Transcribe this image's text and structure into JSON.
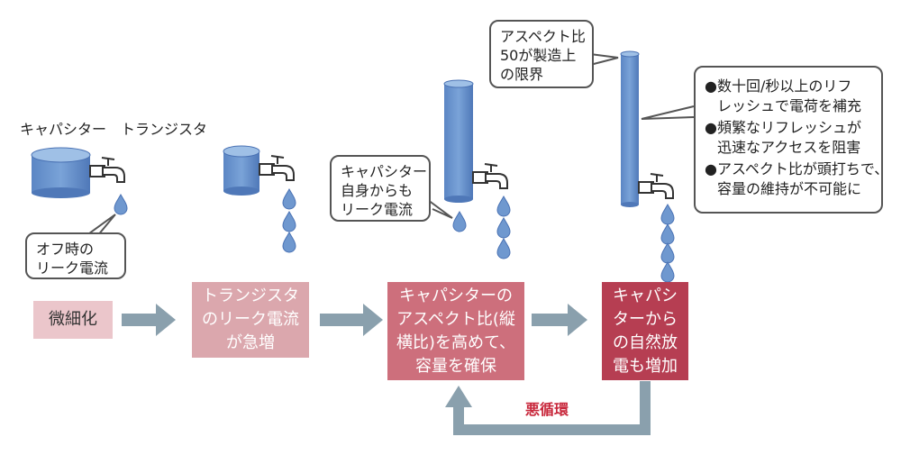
{
  "labels": {
    "capacitor": "キャパシター",
    "transistor": "トランジスタ"
  },
  "bubbles": {
    "off_leak": [
      "オフ時の",
      "リーク電流"
    ],
    "cap_leak": [
      "キャパシター",
      "自身からも",
      "リーク電流"
    ],
    "aspect_limit": [
      "アスペクト比",
      "50が製造上",
      "の限界"
    ]
  },
  "notes": [
    {
      "bullet": "●",
      "lines": [
        "数十回/秒以上のリフ",
        "レッシュで電荷を補充"
      ]
    },
    {
      "bullet": "●",
      "lines": [
        "頻繁なリフレッシュが",
        "迅速なアクセスを阻害"
      ]
    },
    {
      "bullet": "●",
      "lines": [
        "アスペクト比が頭打ちで、",
        "容量の維持が不可能に"
      ]
    }
  ],
  "stages": [
    {
      "lines": [
        "微細化"
      ]
    },
    {
      "lines": [
        "トランジスタ",
        "のリーク電流",
        "が急増"
      ]
    },
    {
      "lines": [
        "キャパシターの",
        "アスペクト比(縦",
        "横比)を高めて、",
        "容量を確保"
      ]
    },
    {
      "lines": [
        "キャパシ",
        "ターから",
        "の自然放",
        "電も増加"
      ]
    }
  ],
  "vicious_cycle": "悪循環",
  "colors": {
    "water": "#6f98cf",
    "pipe": "#4a72b4",
    "arrow": "#8aa0ad",
    "stage1": "#ebc6cb",
    "stage2": "#dba7ad",
    "stage3": "#cd6f7c",
    "stage4": "#b63e52",
    "accent": "#c8283c"
  }
}
